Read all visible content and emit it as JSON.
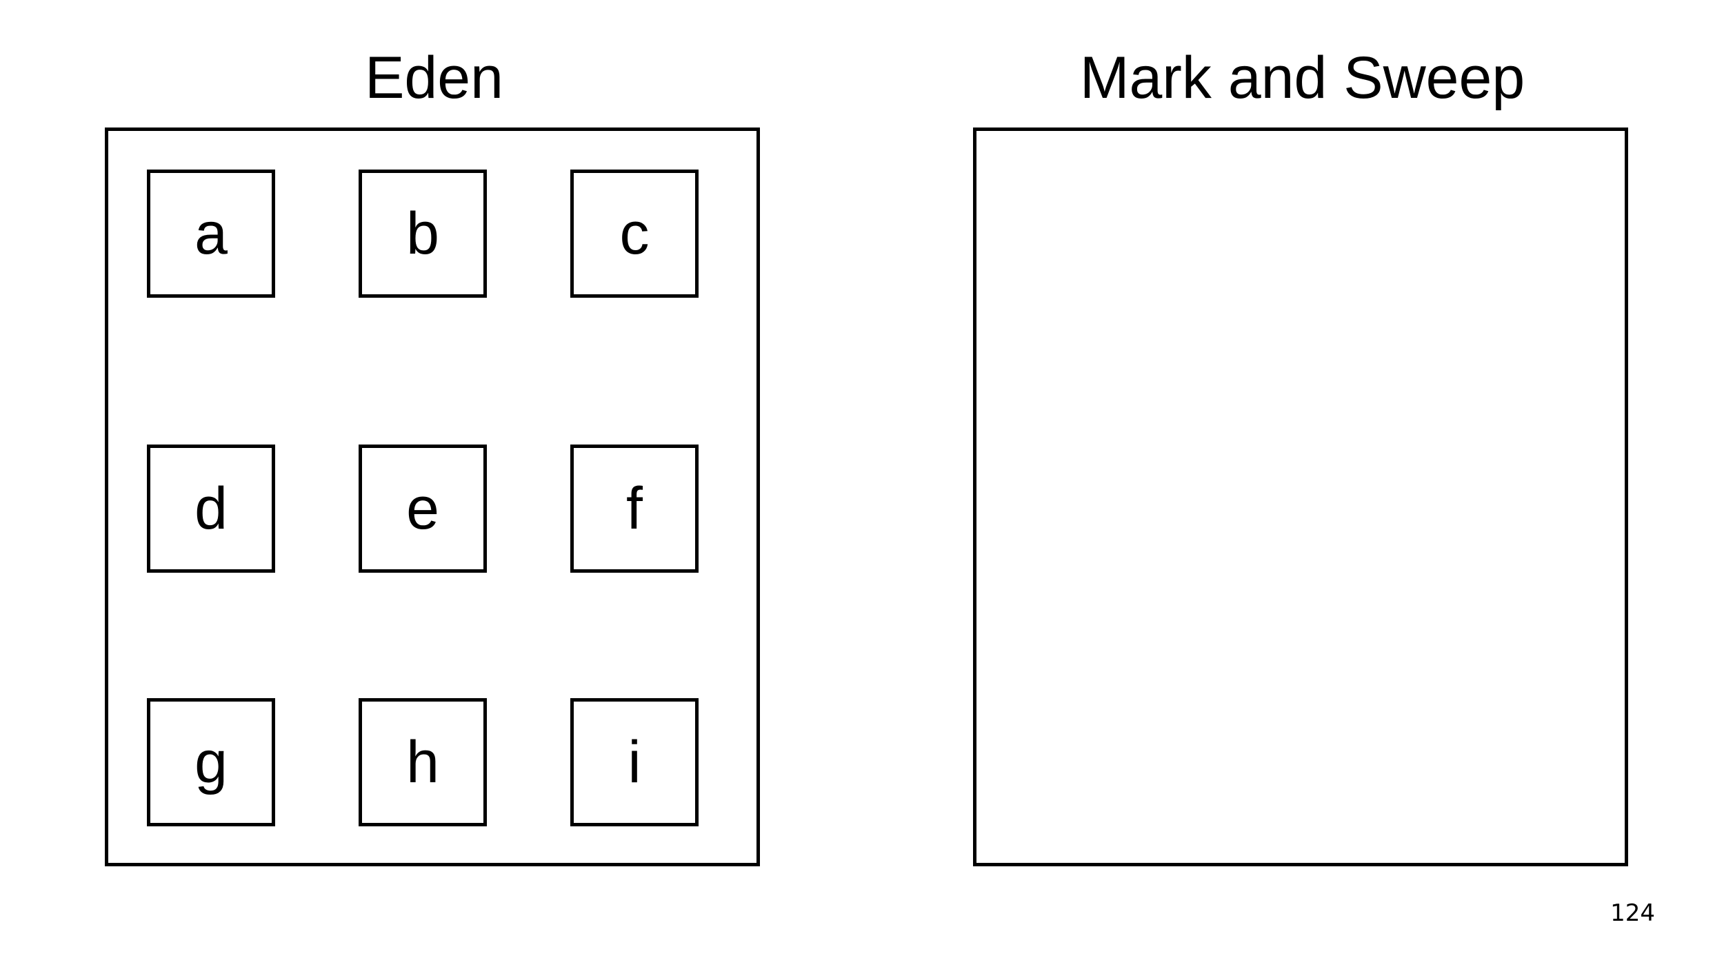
{
  "eden": {
    "title": "Eden",
    "objects": [
      "a",
      "b",
      "c",
      "d",
      "e",
      "f",
      "g",
      "h",
      "i"
    ]
  },
  "mark_and_sweep": {
    "title": "Mark and Sweep"
  },
  "page_number": "124"
}
